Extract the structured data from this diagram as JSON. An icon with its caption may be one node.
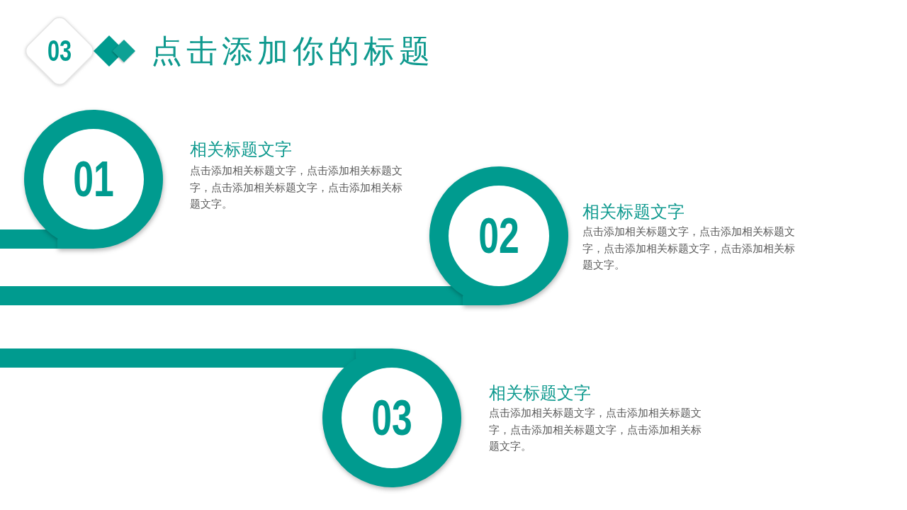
{
  "diagram": {
    "title": "点击添加你的标题",
    "nodes": [
      {
        "text": [
          "03"
        ]
      },
      {
        "text": [
          "01"
        ],
        "beside": [
          "相关标题文字",
          "点击添加相关标题文字，点击添加相关标题文字，点击添加相关标题文字，点击添加相关标题文字。"
        ]
      },
      {
        "text": [
          "02"
        ],
        "beside": [
          "相关标题文字",
          "点击添加相关标题文字，点击添加相关标题文字，点击添加相关标题文字，点击添加相关标题文字。"
        ]
      },
      {
        "text": [
          "03"
        ],
        "beside": [
          "相关标题文字",
          "点击添加相关标题文字，点击添加相关标题文字，点击添加相关标题文字，点击添加相关标题文字。"
        ]
      }
    ],
    "edges": [
      {
        "from": null,
        "to": 1,
        "arrow": "none"
      },
      {
        "from": null,
        "to": 2,
        "arrow": "none"
      },
      {
        "from": null,
        "to": 3,
        "arrow": "none"
      }
    ]
  }
}
